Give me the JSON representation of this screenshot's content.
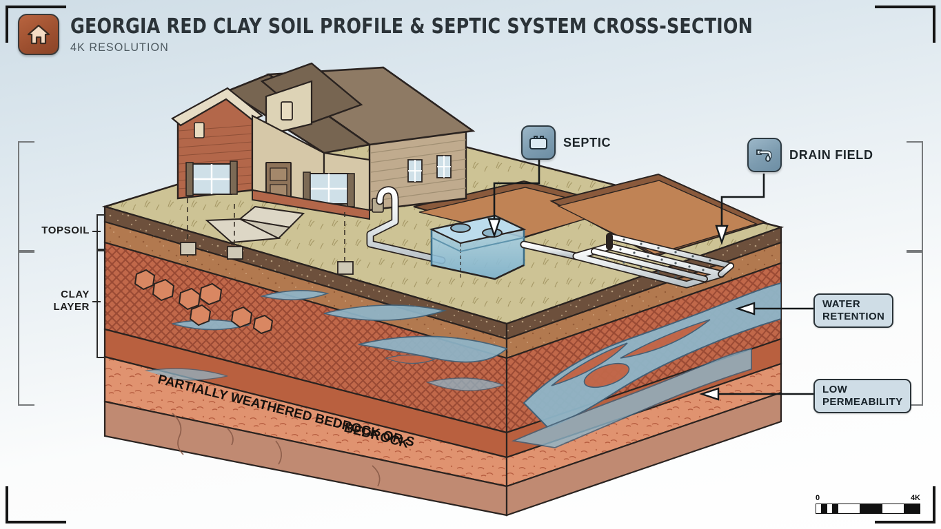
{
  "header": {
    "title": "GEORGIA RED CLAY SOIL PROFILE & SEPTIC SYSTEM CROSS-SECTION",
    "subtitle": "4K RESOLUTION",
    "logo_icon": "house-icon"
  },
  "layer_labels": [
    {
      "id": "topsoil",
      "text": "TOPSOIL"
    },
    {
      "id": "clay-layer",
      "text": "CLAY\nLAYER"
    }
  ],
  "in_diagram_labels": [
    {
      "id": "saprolite",
      "text": "PARTIALLY WEATHERED BEDROCK OR SAPROLITE"
    },
    {
      "id": "bedrock",
      "text": "BEDROCK"
    }
  ],
  "callouts": [
    {
      "id": "septic",
      "label": "SEPTIC",
      "icon": "septic-tank-icon"
    },
    {
      "id": "drain-field",
      "label": "DRAIN FIELD",
      "icon": "faucet-drip-icon"
    }
  ],
  "annotations": [
    {
      "id": "water-retention",
      "line1": "WATER",
      "line2": "RETENTION"
    },
    {
      "id": "low-permeability",
      "line1": "LOW",
      "line2": "PERMEABILITY"
    }
  ],
  "scale": {
    "min_label": "0",
    "max_label": "4K"
  },
  "colors": {
    "background_top": "#cfdde6",
    "background_bottom": "#ffffff",
    "logo": "#9c4f2f",
    "chip": "#7d9cb0",
    "badge": "#cfdde6",
    "topsoil": "#c9bf8f",
    "organic": "#6d503c",
    "subsoil": "#b2794f",
    "clay": "#c1684a",
    "clay_dark": "#a9553b",
    "saprolite": "#e09370",
    "bedrock": "#c08a72",
    "water": "#7fa8bf",
    "tank": "#9ec9de"
  }
}
